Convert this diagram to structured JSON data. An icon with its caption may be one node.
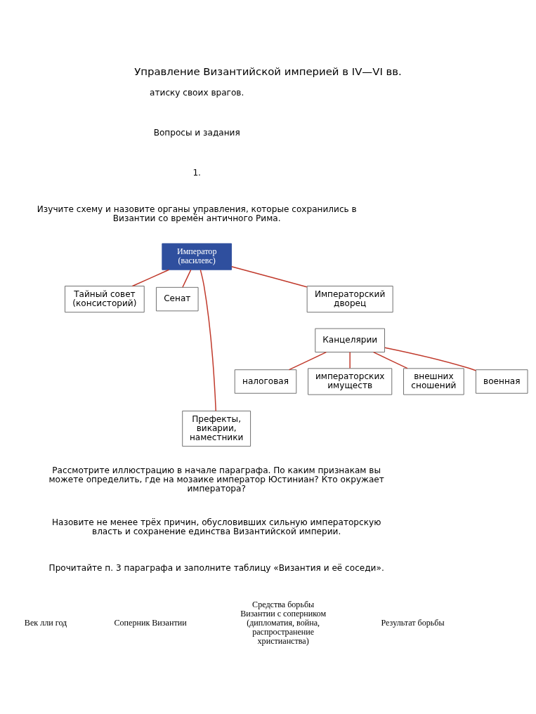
{
  "diagram": {
    "title": "Управление Византийской империей в IV—VI вв.",
    "nodes": [
      {
        "text": [
          "Император (василевс)"
        ]
      },
      {
        "text": [
          "Тайный совет (консисторий)"
        ]
      },
      {
        "text": [
          "Сенат"
        ]
      },
      {
        "text": [
          "Префекты, викарии, наместники"
        ]
      },
      {
        "text": [
          "Императорский дворец"
        ]
      },
      {
        "text": [
          "Канцелярии"
        ]
      },
      {
        "text": [
          "налоговая"
        ]
      },
      {
        "text": [
          "императорских имуществ"
        ]
      },
      {
        "text": [
          "внешних сношений"
        ]
      },
      {
        "text": [
          "военная"
        ]
      }
    ],
    "edges": [
      {
        "from": 0,
        "to": 1,
        "arrow": "none"
      },
      {
        "from": 0,
        "to": 2,
        "arrow": "none"
      },
      {
        "from": 0,
        "to": 3,
        "arrow": "none"
      },
      {
        "from": 0,
        "to": 4,
        "arrow": "none"
      },
      {
        "from": 5,
        "to": 6,
        "arrow": "none"
      },
      {
        "from": 5,
        "to": 7,
        "arrow": "none"
      },
      {
        "from": 5,
        "to": 8,
        "arrow": "none"
      },
      {
        "from": 5,
        "to": 9,
        "arrow": "none"
      }
    ],
    "labels": [
      "атиску своих врагов.",
      "Вопросы и задания",
      "1.",
      "Изучите схему и назовите органы управления, которые сохранились в Византии со времён античного Рима.",
      "Рассмотрите иллюстрацию в начале параграфа. По каким признакам вы можете определить, где на мозаике император Юстиниан? Кто окружает императора?",
      "Назовите не менее трёх причин, обусловивших сильную императорскую власть и сохранение единства Византийской империи.",
      "Прочитайте п. 3 параграфа и заполните таблицу «Византия и её соседи».",
      "Век лли год",
      "Соперник Византии",
      "Средства борьбы Византии с соперником (дипломатия, война, распространение христианства)",
      "Результат борьбы"
    ]
  }
}
